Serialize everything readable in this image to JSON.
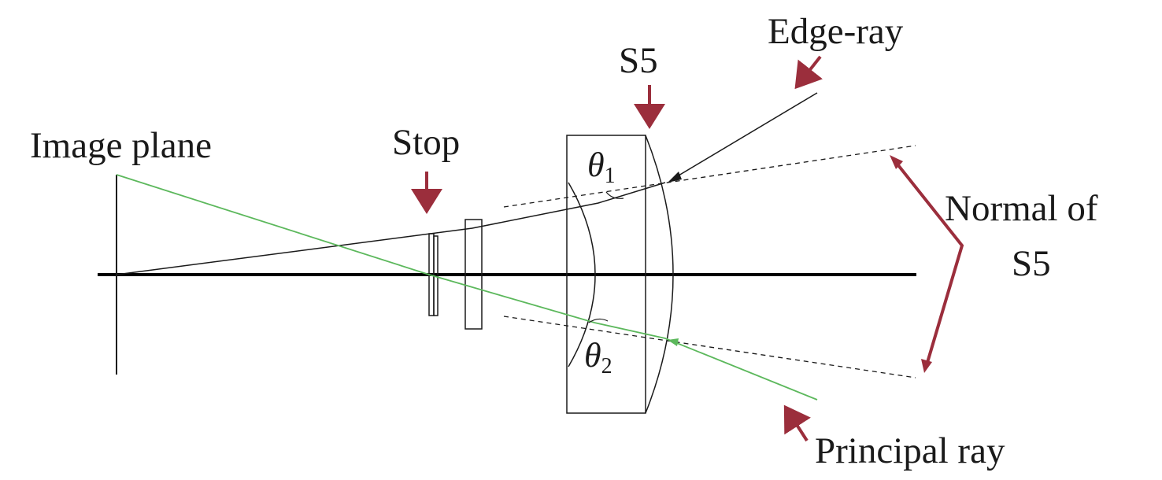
{
  "labels": {
    "image_plane": "Image plane",
    "stop": "Stop",
    "s5": "S5",
    "edge_ray": "Edge-ray",
    "normal_line1": "Normal of",
    "normal_line2": "S5",
    "principal_ray": "Principal ray",
    "theta1_symbol": "θ",
    "theta1_sub": "1",
    "theta2_symbol": "θ",
    "theta2_sub": "2"
  },
  "colors": {
    "arrow": "#9b2e3c",
    "principal_ray": "#5cb85c",
    "line": "#1a1a1a"
  }
}
